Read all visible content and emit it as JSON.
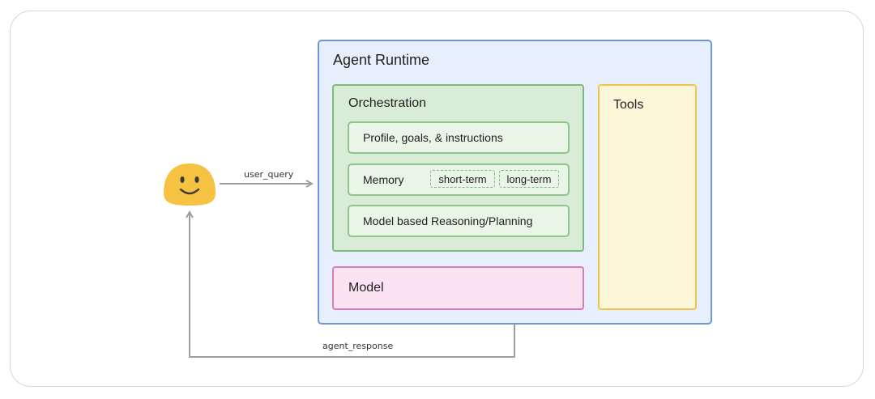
{
  "diagram": {
    "runtime": {
      "title": "Agent Runtime"
    },
    "orchestration": {
      "title": "Orchestration",
      "items": [
        "Profile, goals, & instructions",
        "Memory",
        "Model based Reasoning/Planning"
      ],
      "memory_tags": [
        "short-term",
        "long-term"
      ]
    },
    "model": {
      "label": "Model"
    },
    "tools": {
      "label": "Tools"
    },
    "edges": {
      "query": "user_query",
      "response": "agent_response"
    },
    "user": {
      "icon": "smiley-face-icon"
    },
    "colors": {
      "runtime_fill": "#e8effc",
      "runtime_border": "#6d95d8",
      "orchestration_fill": "#d9ecd7",
      "orchestration_border": "#7fba7d",
      "model_fill": "#fbe3f1",
      "model_border": "#d97bb6",
      "tools_fill": "#fdf6d9",
      "tools_border": "#f0c64a",
      "arrow": "#9e9e9e",
      "user_face": "#f5c242"
    }
  }
}
